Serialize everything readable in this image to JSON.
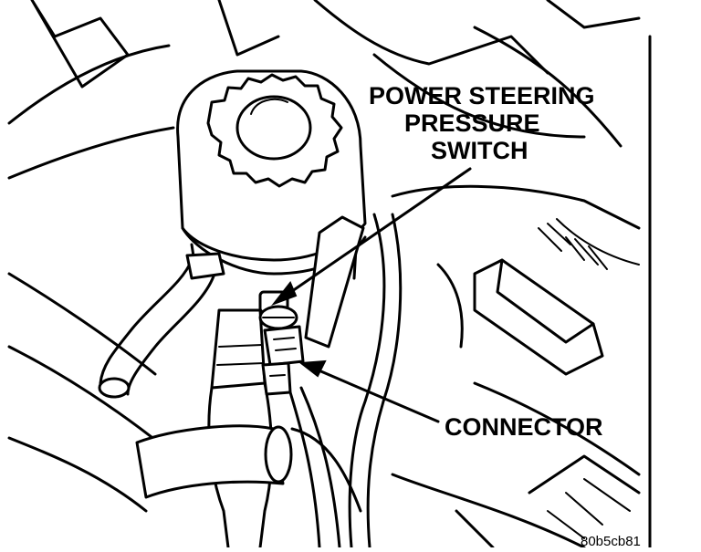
{
  "labels": {
    "pressure_switch_line1": "POWER STEERING",
    "pressure_switch_line2": "PRESSURE",
    "pressure_switch_line3": "SWITCH",
    "connector": "CONNECTOR"
  },
  "figure_code": "80b5cb81",
  "colors": {
    "ink": "#000000",
    "paper": "#ffffff"
  }
}
